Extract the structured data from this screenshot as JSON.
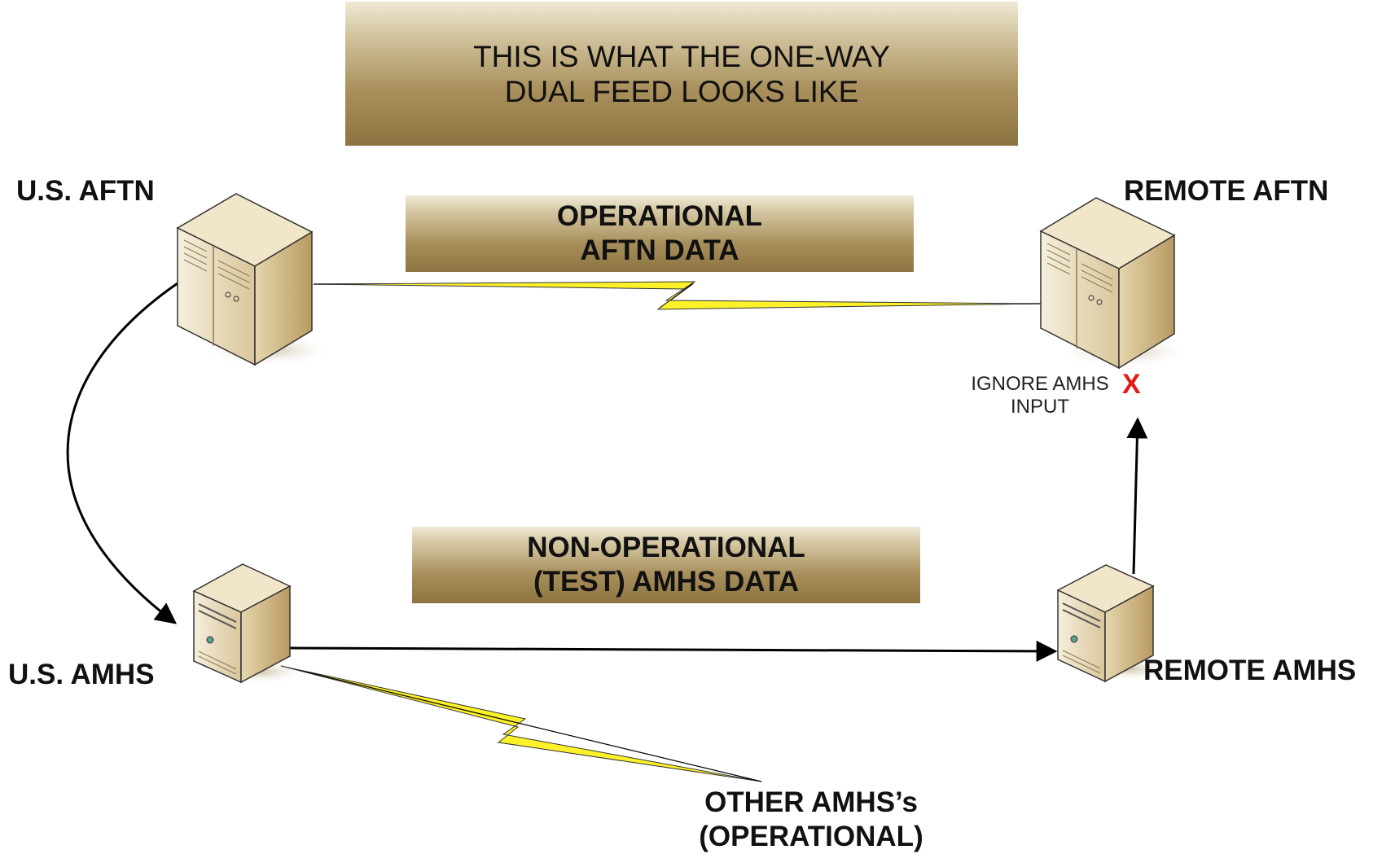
{
  "title": {
    "line1": "THIS IS WHAT THE ONE-WAY",
    "line2": "DUAL FEED LOOKS LIKE"
  },
  "links": {
    "operational": {
      "line1": "OPERATIONAL",
      "line2": "AFTN DATA"
    },
    "test": {
      "line1": "NON-OPERATIONAL",
      "line2": "(TEST) AMHS DATA"
    }
  },
  "nodes": {
    "us_aftn": "U.S. AFTN",
    "remote_aftn": "REMOTE AFTN",
    "us_amhs": "U.S. AMHS",
    "remote_amhs": "REMOTE AMHS",
    "other_amhs": {
      "line1": "OTHER AMHS’s",
      "line2": "(OPERATIONAL)"
    }
  },
  "ignore_note": {
    "line1": "IGNORE AMHS",
    "line2": "INPUT",
    "mark": "X"
  },
  "colors": {
    "lightning": "#fdf22a",
    "x_mark": "#e41b1b",
    "banner_light": "#efe9d6",
    "banner_dark": "#8c7442",
    "server_body": "#e9dcbb"
  }
}
